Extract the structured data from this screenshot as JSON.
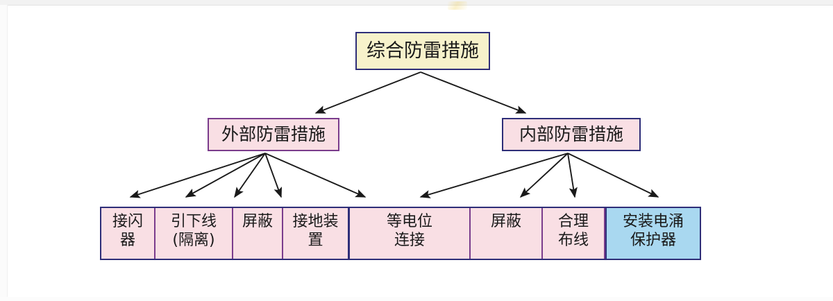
{
  "diagram": {
    "title": "综合防雷措施",
    "root": {
      "label": "综合防雷措施",
      "fill": "#F7F2CB",
      "border": "#2E2E78"
    },
    "level2": [
      {
        "key": "external",
        "label": "外部防雷措施",
        "fill": "#F9DFE4",
        "border": "#7A3C8C"
      },
      {
        "key": "internal",
        "label": "内部防雷措施",
        "fill": "#F9DFE4",
        "border": "#2E2E78"
      }
    ],
    "leaves": [
      {
        "key": "jieshanqi",
        "label": "接闪\n器",
        "group": "external",
        "fill": "#F9DFE4"
      },
      {
        "key": "yinxiaxian",
        "label": "引下线\n(隔离)",
        "group": "external",
        "fill": "#F9DFE4"
      },
      {
        "key": "pingbi-out",
        "label": "屏蔽",
        "group": "external",
        "fill": "#F9DFE4"
      },
      {
        "key": "jiedizhuangzhi",
        "label": "接地装\n置",
        "group": "external",
        "fill": "#F9DFE4"
      },
      {
        "key": "dengdianwei",
        "label": "等电位\n连接",
        "group": "internal",
        "fill": "#F9DFE4"
      },
      {
        "key": "pingbi-in",
        "label": "屏蔽",
        "group": "internal",
        "fill": "#F9DFE4"
      },
      {
        "key": "heli-buxian",
        "label": "合理\n布线",
        "group": "internal",
        "fill": "#F9DFE4"
      },
      {
        "key": "spd",
        "label": "安装电涌\n保护器",
        "group": "internal",
        "fill": "#A9D8F0"
      }
    ],
    "connectors": {
      "style": "solid-arrow",
      "color": "#1a1a1a",
      "from_root": [
        "external",
        "internal"
      ],
      "from_external": [
        "jieshanqi",
        "yinxiaxian",
        "pingbi-out",
        "jiedizhuangzhi",
        "dengdianwei"
      ],
      "from_internal": [
        "dengdianwei",
        "pingbi-in",
        "heli-buxian",
        "spd"
      ]
    }
  }
}
